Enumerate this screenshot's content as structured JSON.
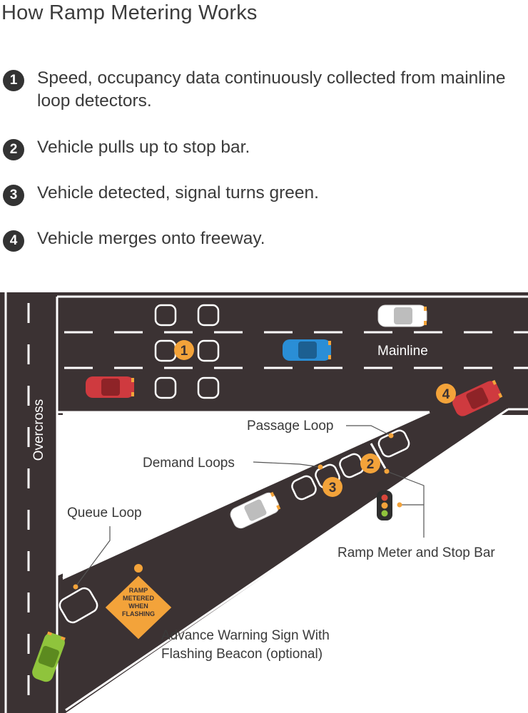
{
  "title": "How Ramp Metering Works",
  "steps": [
    {
      "number": "1",
      "text": "Speed, occupancy data continuously collected from mainline loop detectors."
    },
    {
      "number": "2",
      "text": "Vehicle pulls up to stop bar."
    },
    {
      "number": "3",
      "text": "Vehicle detected, signal turns green."
    },
    {
      "number": "4",
      "text": "Vehicle merges onto freeway."
    }
  ],
  "diagram": {
    "labels": {
      "overcross": "Overcross",
      "mainline": "Mainline",
      "passage_loop": "Passage Loop",
      "demand_loops": "Demand Loops",
      "queue_loop": "Queue Loop",
      "ramp_meter_and_stop_bar": "Ramp Meter and Stop Bar",
      "advance_warning_line1": "Advance Warning Sign With",
      "advance_warning_line2": "Flashing Beacon (optional)"
    },
    "markers": [
      "1",
      "2",
      "3",
      "4"
    ],
    "sign_text": [
      "RAMP",
      "METERED",
      "WHEN",
      "FLASHING"
    ],
    "colors": {
      "road": "#3b3233",
      "marker": "#f3a33a",
      "sign": "#f3a33a",
      "car_red": "#cf3a3f",
      "car_blue": "#2a8ed6",
      "car_white": "#ffffff",
      "car_green": "#8fc43c"
    }
  }
}
